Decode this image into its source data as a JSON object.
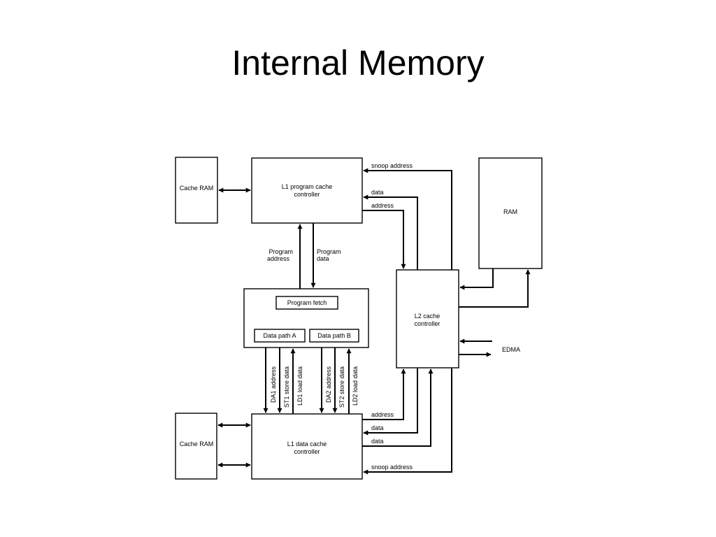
{
  "title": "Internal Memory",
  "diagram": {
    "cache_ram_top": "Cache RAM",
    "cache_ram_bottom": "Cache RAM",
    "l1p": [
      "L1 program cache",
      "controller"
    ],
    "l1d": [
      "L1 data cache",
      "controller"
    ],
    "l2": [
      "L2 cache",
      "controller"
    ],
    "ram": "RAM",
    "program_fetch": "Program fetch",
    "data_path_a": "Data path A",
    "data_path_b": "Data path B",
    "program_address": [
      "Program",
      "address"
    ],
    "program_data": [
      "Program",
      "data"
    ],
    "top_snoop_address": "snoop address",
    "top_data": "data",
    "top_address": "address",
    "bottom_address": "address",
    "bottom_data_1": "data",
    "bottom_data_2": "data",
    "bottom_snoop_address": "snoop address",
    "edma": "EDMA",
    "buses": [
      "DA1 address",
      "ST1 store data",
      "LD1 load data",
      "DA2 address",
      "ST2 store data",
      "LD2 load data"
    ]
  }
}
